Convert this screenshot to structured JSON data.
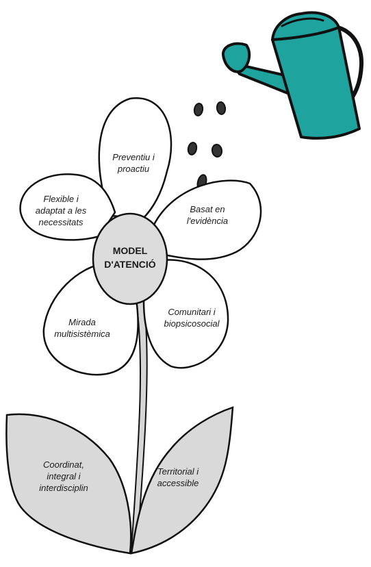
{
  "diagram": {
    "center": "MODEL\nD'ATENCIÓ",
    "petals": [
      {
        "id": "top",
        "text": "Preventiu i\nproactiu"
      },
      {
        "id": "upper-left",
        "text": "Flexible i\nadaptat a les\nnecessitats"
      },
      {
        "id": "upper-right",
        "text": "Basat en\nl'evidència"
      },
      {
        "id": "lower-left",
        "text": "Mirada\nmultisistèmica"
      },
      {
        "id": "lower-right",
        "text": "Comunitari i\nbiopsicosocial"
      }
    ],
    "leaves": [
      {
        "id": "left",
        "text": "Coordinat,\nintegral i\ninterdisciplin"
      },
      {
        "id": "right",
        "text": "Territorial i\naccessible"
      }
    ]
  },
  "colors": {
    "center_fill": "#dcdcdc",
    "leaf_fill": "#d9d9d9",
    "stem_fill": "#d6d6d6",
    "can_fill": "#1fa39e",
    "outline": "#111111"
  },
  "icons": {
    "watering_can": "watering-can-icon",
    "drops": "water-drop-icon"
  }
}
